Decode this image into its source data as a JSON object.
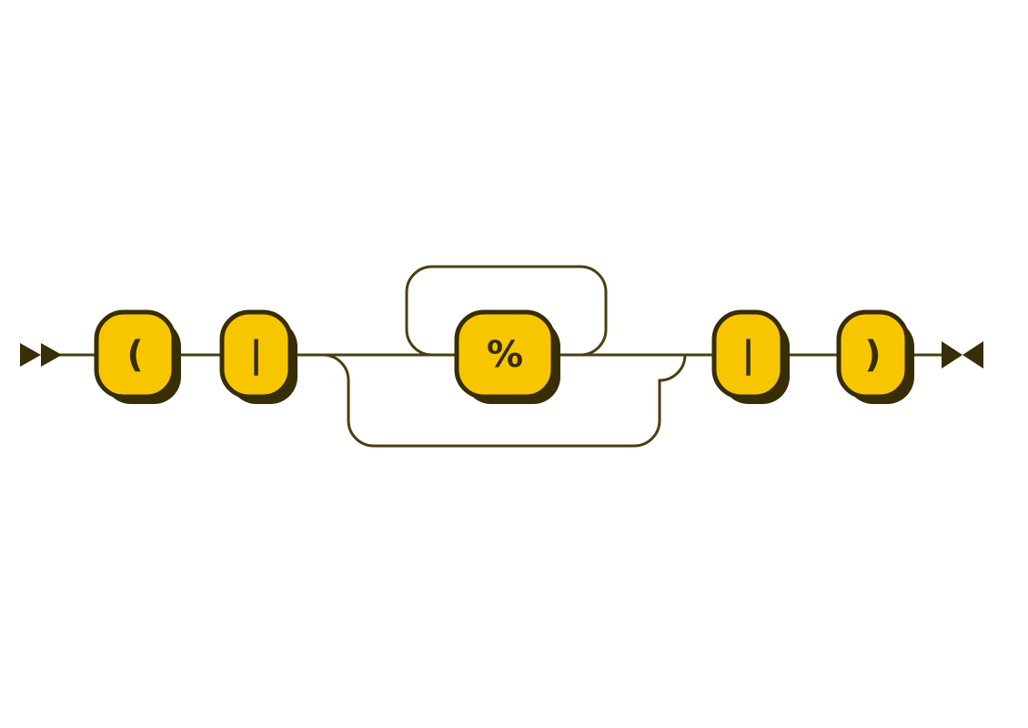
{
  "colors": {
    "background": "#ffffff",
    "node_fill": "#f8c600",
    "dark": "#372d06",
    "wire": "#4a3f10",
    "text": "#372d06"
  },
  "diagram": {
    "kind": "railroad-syntax-diagram",
    "markers": {
      "start": "double-right-arrow",
      "end": "facing-arrows"
    },
    "nodes": [
      {
        "label": "(",
        "type": "terminal"
      },
      {
        "label": "|",
        "type": "terminal"
      },
      {
        "label": "%",
        "type": "terminal",
        "repeatable": true,
        "optional": true
      },
      {
        "label": "|",
        "type": "terminal"
      },
      {
        "label": ")",
        "type": "terminal"
      }
    ]
  }
}
